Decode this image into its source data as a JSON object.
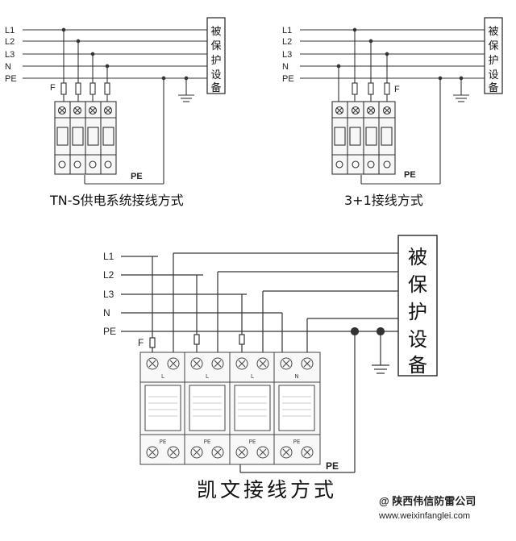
{
  "diagrams": [
    {
      "id": "tns",
      "caption": "TN-S供电系统接线方式",
      "line_labels": [
        "L1",
        "L2",
        "L3",
        "N",
        "PE"
      ],
      "protected_equipment": [
        "被",
        "保",
        "护",
        "设",
        "备"
      ],
      "fuse_label": "F",
      "pe_label": "PE"
    },
    {
      "id": "three-plus-one",
      "caption": "3+1接线方式",
      "line_labels": [
        "L1",
        "L2",
        "L3",
        "N",
        "PE"
      ],
      "protected_equipment": [
        "被",
        "保",
        "护",
        "设",
        "备"
      ],
      "fuse_label": "F",
      "pe_label": "PE"
    },
    {
      "id": "kaiwen",
      "caption": "凯文接线方式",
      "line_labels": [
        "L1",
        "L2",
        "L3",
        "N",
        "PE"
      ],
      "protected_equipment": [
        "被",
        "保",
        "护",
        "设",
        "备"
      ],
      "fuse_label": "F",
      "pe_label": "PE",
      "module_marks": [
        "L",
        "L",
        "L",
        "N"
      ],
      "module_pe_labels": [
        "PE",
        "PE",
        "PE",
        "PE"
      ]
    }
  ],
  "watermark": "@ 陕西伟信防雷公司",
  "watermark_url": "www.weixinfanglei.com"
}
